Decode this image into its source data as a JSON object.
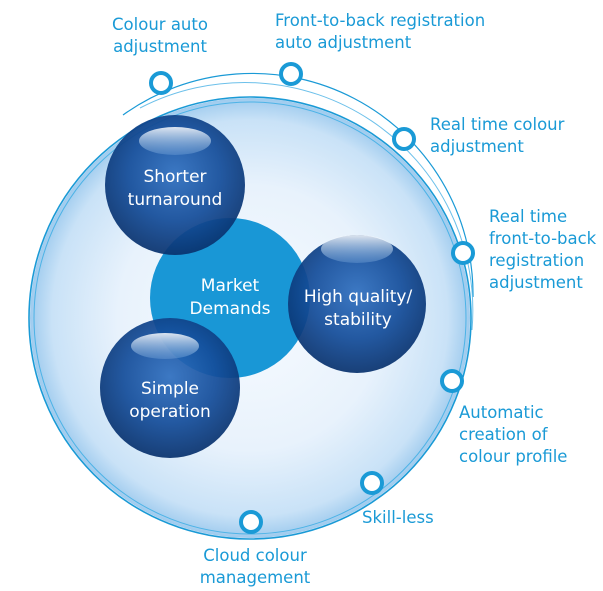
{
  "center": {
    "line1": "Market",
    "line2": "Demands"
  },
  "bubbles": [
    {
      "line1": "Shorter",
      "line2": "turnaround"
    },
    {
      "line1": "High quality/",
      "line2": "stability"
    },
    {
      "line1": "Simple",
      "line2": "operation"
    }
  ],
  "features": [
    {
      "line1": "Colour auto",
      "line2": "adjustment"
    },
    {
      "line1": "Front-to-back registration",
      "line2": "auto adjustment"
    },
    {
      "line1": "Real time colour",
      "line2": "adjustment"
    },
    {
      "line1": "Real time",
      "line2": "front-to-back",
      "line3": "registration",
      "line4": "adjustment"
    },
    {
      "line1": "Automatic",
      "line2": "creation of",
      "line3": "colour profile"
    },
    {
      "line1": "Skill-less"
    },
    {
      "line1": "Cloud colour",
      "line2": "management"
    }
  ],
  "colors": {
    "accent": "#1a9ad6",
    "bubble_dark": "#0d3f86",
    "center_circle": "#1997d6",
    "outer_sphere": "#e6f1fb"
  }
}
